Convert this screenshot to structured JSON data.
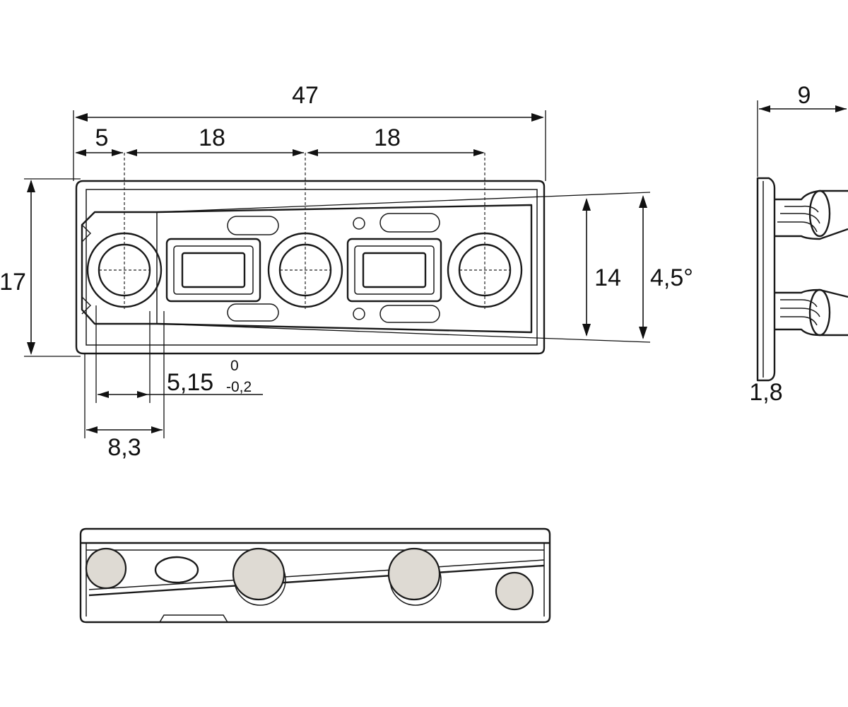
{
  "dimensions": {
    "overall_length": "47",
    "first_offset": "5",
    "spacing_1": "18",
    "spacing_2": "18",
    "height": "17",
    "taper_height": "14",
    "taper_angle": "4,5°",
    "width_dim": "5,15",
    "tolerance_upper": "0",
    "tolerance_lower": "-0,2",
    "edge_offset": "8,3",
    "side_depth": "9",
    "side_thickness": "1,8"
  }
}
